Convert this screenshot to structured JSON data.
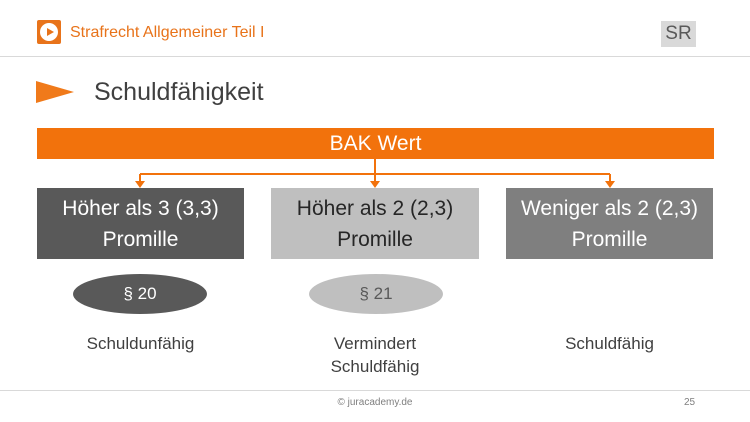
{
  "header": {
    "title": "Strafrecht Allgemeiner Teil I",
    "badge": "SR",
    "icon": "play-icon"
  },
  "slide": {
    "title": "Schuldfähigkeit"
  },
  "root": {
    "label": "BAK Wert"
  },
  "branches": [
    {
      "line1": "Höher als 3 (3,3)",
      "line2": "Promille",
      "paragraph": "§ 20",
      "result_line1": "Schuldunfähig",
      "result_line2": ""
    },
    {
      "line1": "Höher als 2 (2,3)",
      "line2": "Promille",
      "paragraph": "§ 21",
      "result_line1": "Vermindert",
      "result_line2": "Schuldfähig"
    },
    {
      "line1": "Weniger als 2 (2,3)",
      "line2": "Promille",
      "paragraph": "",
      "result_line1": "Schuldfähig",
      "result_line2": ""
    }
  ],
  "footer": {
    "copyright": "© juracademy.de",
    "page": "25"
  },
  "colors": {
    "accent": "#f2720c",
    "box_dark": "#595959",
    "box_light": "#bfbfbf",
    "box_mid": "#7f7f7f"
  }
}
